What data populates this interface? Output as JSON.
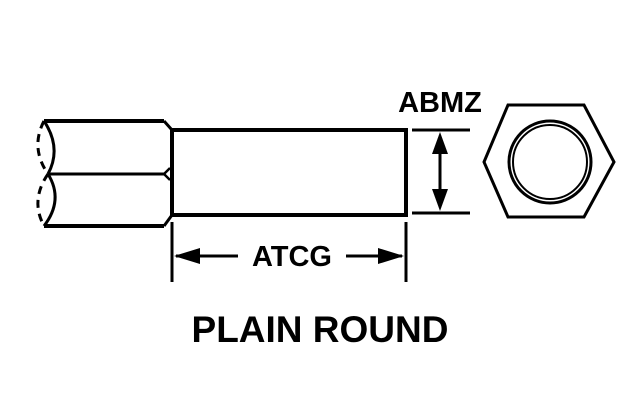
{
  "diagram": {
    "title": "PLAIN ROUND",
    "dimension_height_label": "ABMZ",
    "dimension_length_label": "ATCG",
    "colors": {
      "ink": "#000000",
      "background": "#ffffff"
    }
  }
}
